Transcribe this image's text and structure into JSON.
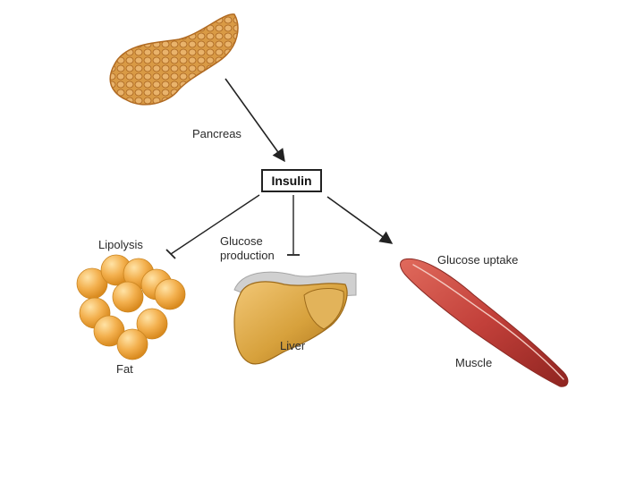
{
  "labels": {
    "pancreas": "Pancreas",
    "insulin": "Insulin",
    "lipolysis": "Lipolysis",
    "glucose_production": "Glucose production",
    "glucose_uptake": "Glucose uptake",
    "fat": "Fat",
    "liver": "Liver",
    "muscle": "Muscle"
  },
  "colors": {
    "pancreas": "#d9913f",
    "fat": "#f0a844",
    "liver": "#c98a28",
    "muscle": "#c2403a",
    "arrow": "#222222"
  },
  "edges": [
    {
      "from": "pancreas",
      "to": "insulin",
      "kind": "activate"
    },
    {
      "from": "insulin",
      "to": "lipolysis",
      "kind": "inhibit"
    },
    {
      "from": "insulin",
      "to": "glucose_production",
      "kind": "inhibit"
    },
    {
      "from": "insulin",
      "to": "glucose_uptake",
      "kind": "activate"
    }
  ]
}
